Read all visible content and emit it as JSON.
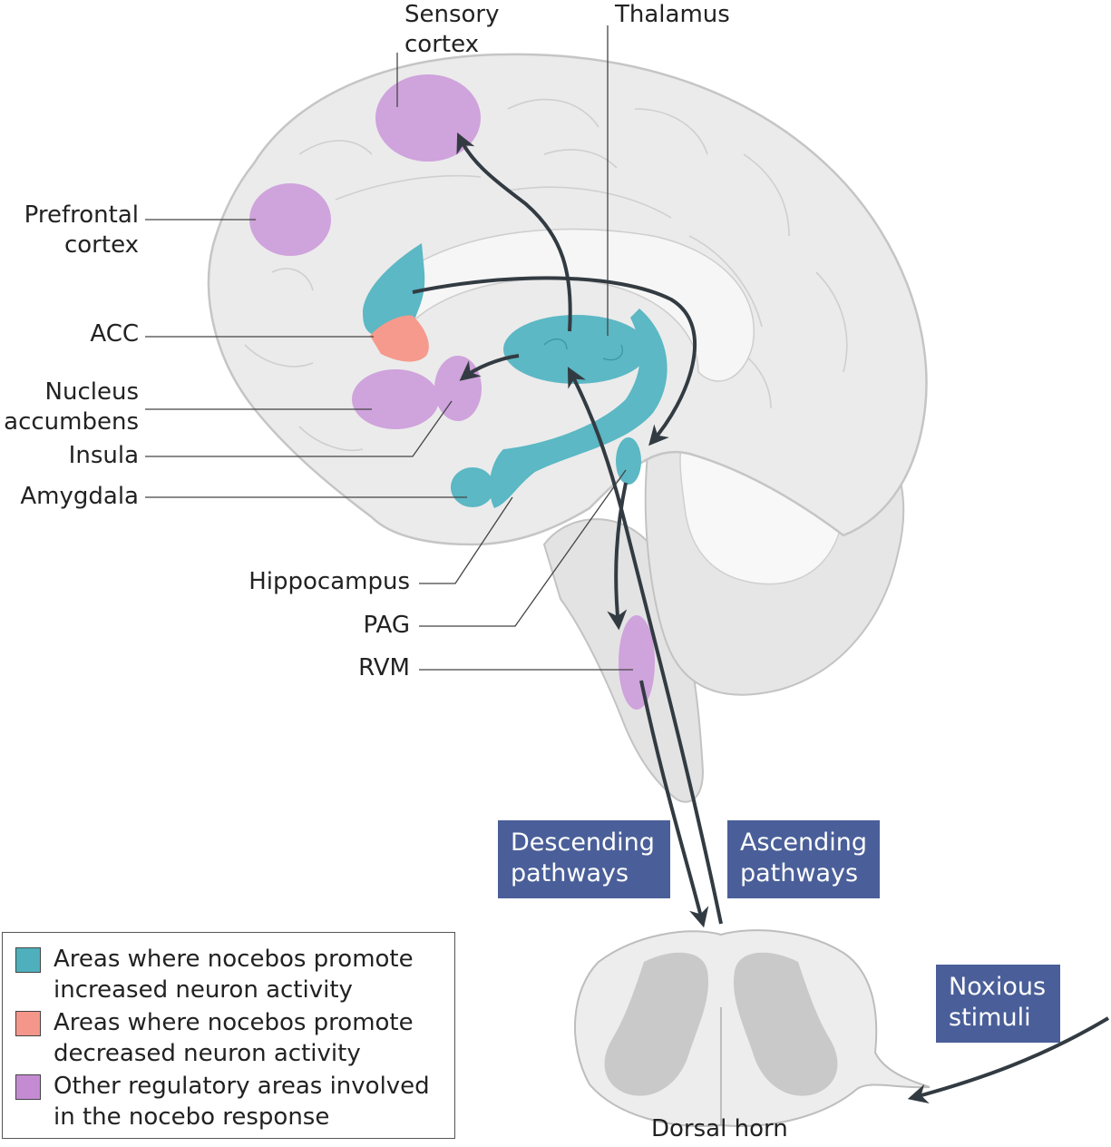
{
  "labels": {
    "sensory_cortex": "Sensory\ncortex",
    "thalamus": "Thalamus",
    "prefrontal_cortex": "Prefrontal\ncortex",
    "acc": "ACC",
    "nucleus_accumbens": "Nucleus\naccumbens",
    "insula": "Insula",
    "amygdala": "Amygdala",
    "hippocampus": "Hippocampus",
    "pag": "PAG",
    "rvm": "RVM",
    "dorsal_horn": "Dorsal horn"
  },
  "boxes": {
    "descending": "Descending\npathways",
    "ascending": "Ascending\npathways",
    "noxious": "Noxious\nstimuli"
  },
  "legend": [
    {
      "text": "Areas where nocebos promote\nincreased neuron activity",
      "color": "#4fb0bd"
    },
    {
      "text": "Areas where nocebos promote\ndecreased neuron activity",
      "color": "#f5968a"
    },
    {
      "text": "Other regulatory areas involved\nin the nocebo response",
      "color": "#c48bd2"
    }
  ],
  "colors": {
    "increased": "#5bb8c4",
    "decreased": "#f59a8c",
    "regulatory": "#cfa3dc",
    "box": "#4a5f99",
    "brain": "#ebebeb",
    "arrow": "#333b42"
  }
}
